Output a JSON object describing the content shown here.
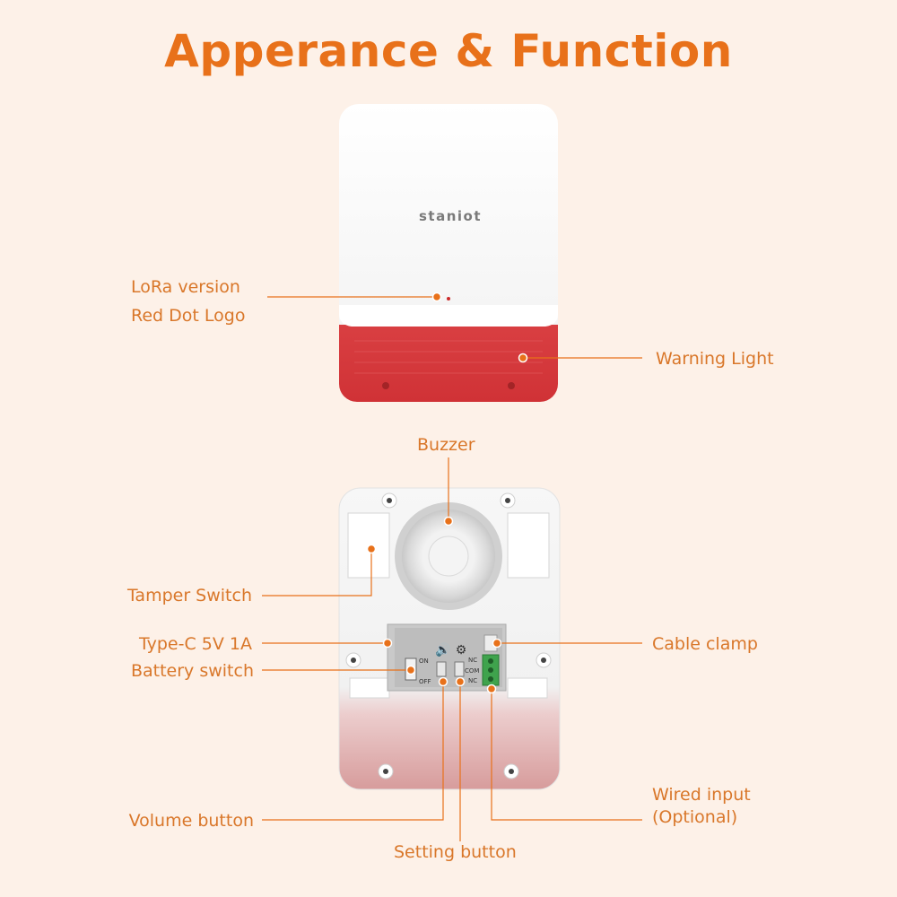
{
  "title": "Apperance & Function",
  "brand": "staniot",
  "colors": {
    "accent": "#e8711a",
    "label": "#d9772a",
    "background": "#fdf1e8",
    "warning_red": "#d4373a"
  },
  "labels": {
    "lora_version": "LoRa version",
    "red_dot_logo": "Red Dot Logo",
    "warning_light": "Warning Light",
    "buzzer": "Buzzer",
    "tamper_switch": "Tamper Switch",
    "type_c": "Type-C 5V 1A",
    "battery_switch": "Battery switch",
    "cable_clamp": "Cable clamp",
    "volume_button": "Volume button",
    "setting_button": "Setting button",
    "wired_input_1": "Wired input",
    "wired_input_2": "(Optional)"
  },
  "board": {
    "on": "ON",
    "off": "OFF",
    "nc_top": "NC",
    "com": "COM",
    "nc_bottom": "NC"
  }
}
